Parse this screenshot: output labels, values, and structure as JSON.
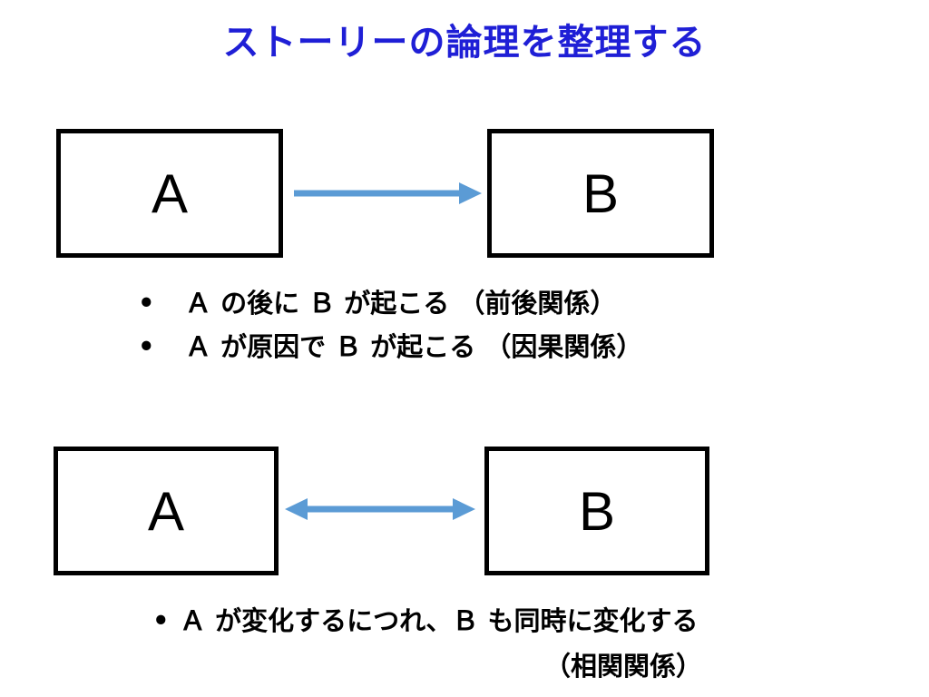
{
  "title": "ストーリーの論理を整理する",
  "colors": {
    "title": "#1f1fd6",
    "arrow": "#5b9bd5",
    "box_border": "#000000"
  },
  "diagram1": {
    "box_a": "A",
    "box_b": "B",
    "arrow": "one-way",
    "bullets": [
      "Ａ の後に Ｂ が起こる （前後関係）",
      "Ａ が原因で Ｂ が起こる （因果関係）"
    ]
  },
  "diagram2": {
    "box_a": "A",
    "box_b": "B",
    "arrow": "two-way",
    "bullets": [
      "Ａ が変化するにつれ、Ｂ も同時に変化する"
    ],
    "continuation": "（相関関係）"
  }
}
